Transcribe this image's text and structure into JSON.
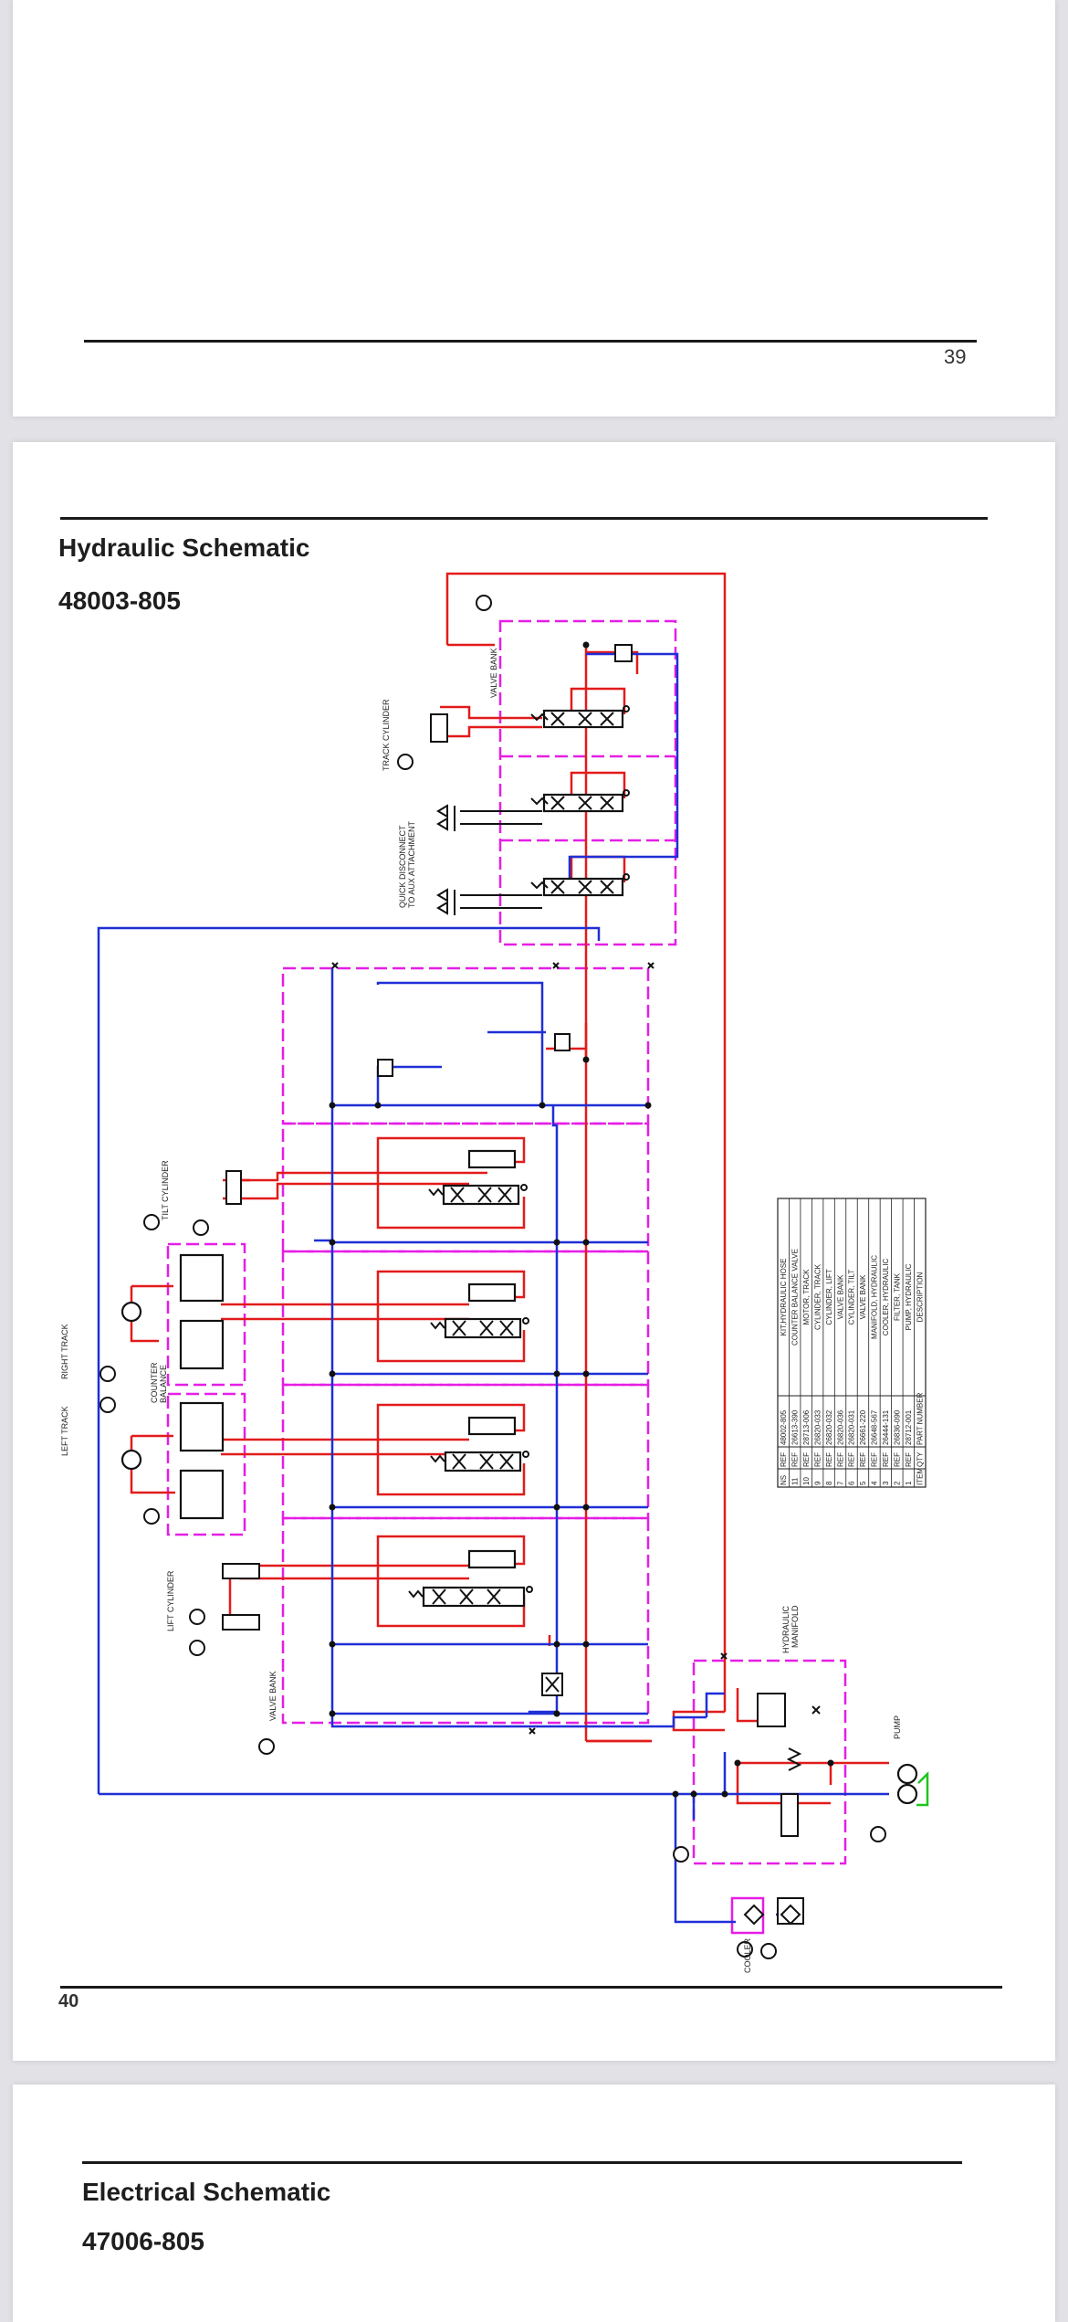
{
  "pages": {
    "previous": {
      "page_number": "39"
    },
    "current": {
      "title": "Hydraulic Schematic",
      "part_number": "48003-805",
      "page_number": "40"
    },
    "next": {
      "title": "Electrical Schematic",
      "part_number": "47006-805"
    }
  },
  "schematic": {
    "labels": {
      "valve_bank_top": "VALVE BANK",
      "track_cylinder": "TRACK CYLINDER",
      "quick_disconnect_1": "QUICK DISCONNECT",
      "quick_disconnect_2": "TO AUX ATTACHMENT",
      "tilt_cylinder": "TILT CYLINDER",
      "right_track": "RIGHT TRACK",
      "left_track": "LEFT TRACK",
      "counter_1": "COUNTER",
      "counter_2": "BALANCE",
      "lift_cylinder": "LIFT CYLINDER",
      "valve_bank_bottom": "VALVE BANK",
      "hydraulic_manifold_1": "HYDRAULIC",
      "hydraulic_manifold_2": "MANIFOLD",
      "pump": "PUMP",
      "cooler": "COOLER"
    },
    "parts_table": {
      "headers": [
        "ITEM",
        "QTY",
        "PART NUMBER",
        "DESCRIPTION"
      ],
      "rows": [
        [
          "NS",
          "REF",
          "48002-805",
          "KIT,HYDRAULIC HOSE"
        ],
        [
          "11",
          "REF",
          "26613-390",
          "COUNTER BALANCE VALVE"
        ],
        [
          "10",
          "REF",
          "28713-006",
          "MOTOR, TRACK"
        ],
        [
          "9",
          "REF",
          "26820-033",
          "CYLINDER, TRACK"
        ],
        [
          "8",
          "REF",
          "26820-032",
          "CYLINDER, LIFT"
        ],
        [
          "7",
          "REF",
          "26820-036",
          "VALVE BANK"
        ],
        [
          "6",
          "REF",
          "26820-031",
          "CYLINDER, TILT"
        ],
        [
          "5",
          "REF",
          "26661-220",
          "VALVE BANK"
        ],
        [
          "4",
          "REF",
          "26648-567",
          "MANIFOLD, HYDRAULIC"
        ],
        [
          "3",
          "REF",
          "26444-131",
          "COOLER, HYDRAULIC"
        ],
        [
          "2",
          "REF",
          "26836-090",
          "FILTER, TANK"
        ],
        [
          "1",
          "REF",
          "28712-001",
          "PUMP, HYDRAULIC"
        ]
      ]
    },
    "colors": {
      "pressure_line": "#e21b1b",
      "return_line": "#1f2fd6",
      "boundary": "#e51ee5",
      "drain": "#1ec41e"
    }
  }
}
